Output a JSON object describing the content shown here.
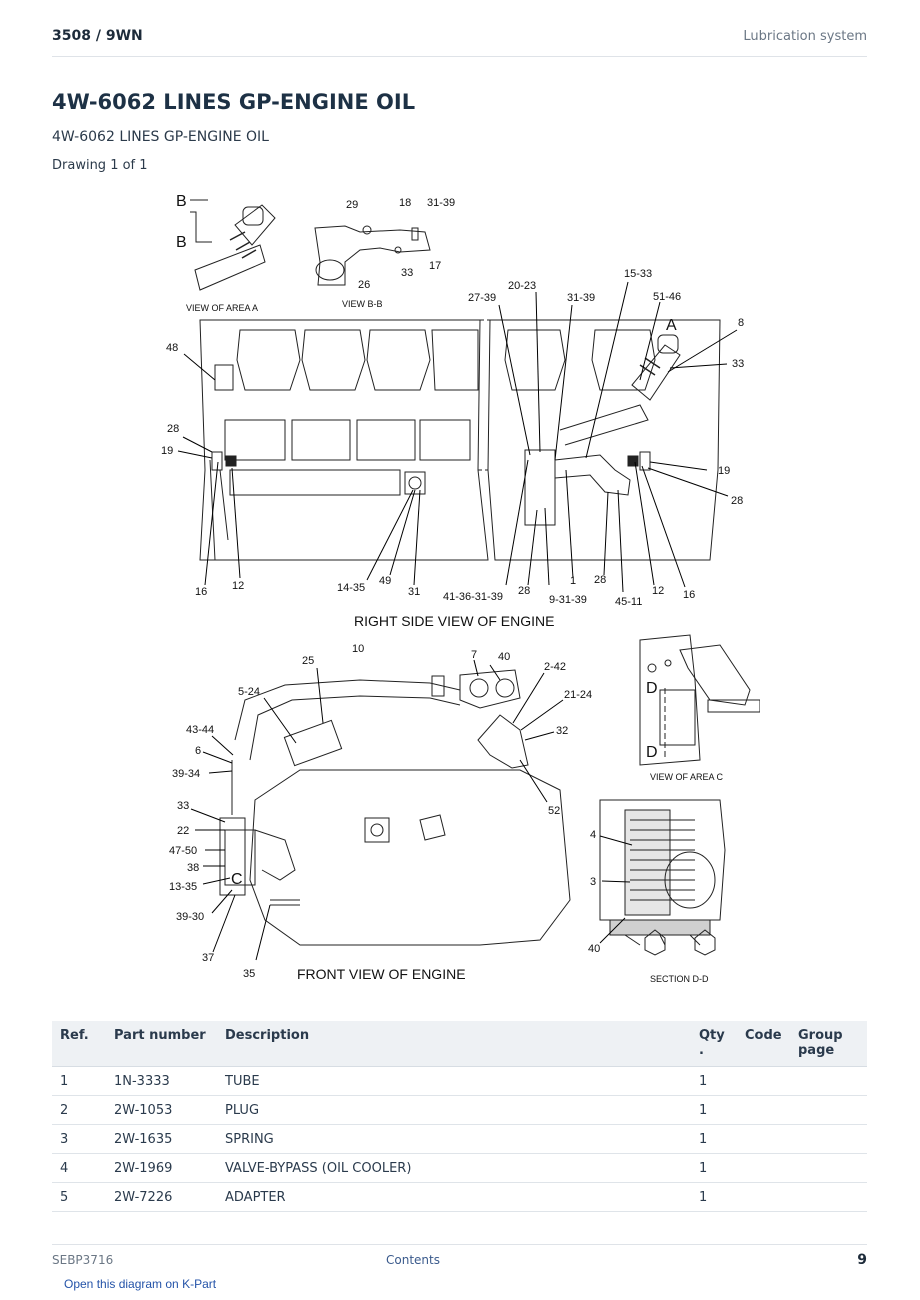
{
  "header": {
    "model": "3508  /  9WN",
    "section": "Lubrication system"
  },
  "title": "4W-6062 LINES GP-ENGINE OIL",
  "subtitle": "4W-6062 LINES GP-ENGINE OIL",
  "drawing_label": "Drawing 1 of 1",
  "diagram": {
    "views": {
      "view_area_a": "VIEW OF AREA  A",
      "view_bb": "VIEW  B-B",
      "right_side": "RIGHT SIDE VIEW OF ENGINE",
      "front": "FRONT VIEW OF ENGINE",
      "view_area_c": "VIEW OF AREA  C",
      "section_dd": "SECTION  D-D"
    },
    "letters": [
      "B",
      "B",
      "A",
      "C",
      "D",
      "D"
    ],
    "callouts": {
      "c29": "29",
      "c18": "18",
      "c31_39a": "31-39",
      "c26": "26",
      "c33a": "33",
      "c17": "17",
      "c15_33": "15-33",
      "c20_23": "20-23",
      "c27_39": "27-39",
      "c31_39b": "31-39",
      "c51_46": "51-46",
      "c8": "8",
      "c33b": "33",
      "c48": "48",
      "c28a": "28",
      "c19a": "19",
      "c19b": "19",
      "c28b": "28",
      "c16a": "16",
      "c12a": "12",
      "c14_35": "14-35",
      "c49": "49",
      "c31": "31",
      "c41_36": "41-36-31-39",
      "c28c": "28",
      "c1": "1",
      "c28d": "28",
      "c9_31": "9-31-39",
      "c45_11": "45-11",
      "c12b": "12",
      "c16b": "16",
      "c10": "10",
      "c7": "7",
      "c40a": "40",
      "c25": "25",
      "c2_42": "2-42",
      "c5_24": "5-24",
      "c21_24": "21-24",
      "c43_44": "43-44",
      "c32": "32",
      "c6": "6",
      "c39_34": "39-34",
      "c33c": "33",
      "c52": "52",
      "c22": "22",
      "c47_50": "47-50",
      "c38": "38",
      "c13_35": "13-35",
      "c39_30": "39-30",
      "c37": "37",
      "c35": "35",
      "c4": "4",
      "c3": "3",
      "c40b": "40"
    }
  },
  "table": {
    "headers": {
      "ref": "Ref.",
      "part_number": "Part number",
      "description": "Description",
      "qty": "Qty .",
      "code": "Code",
      "group_page": "Group page"
    },
    "rows": [
      {
        "ref": "1",
        "part": "1N-3333",
        "desc": "TUBE",
        "qty": "1",
        "code": "",
        "group": ""
      },
      {
        "ref": "2",
        "part": "2W-1053",
        "desc": "PLUG",
        "qty": "1",
        "code": "",
        "group": ""
      },
      {
        "ref": "3",
        "part": "2W-1635",
        "desc": "SPRING",
        "qty": "1",
        "code": "",
        "group": ""
      },
      {
        "ref": "4",
        "part": "2W-1969",
        "desc": "VALVE-BYPASS (OIL COOLER)",
        "qty": "1",
        "code": "",
        "group": ""
      },
      {
        "ref": "5",
        "part": "2W-7226",
        "desc": "ADAPTER",
        "qty": "1",
        "code": "",
        "group": ""
      }
    ]
  },
  "footer": {
    "doc_id": "SEBP3716",
    "contents_link": "Contents",
    "page_number": "9",
    "kpart_link": "Open this diagram on K-Part"
  }
}
